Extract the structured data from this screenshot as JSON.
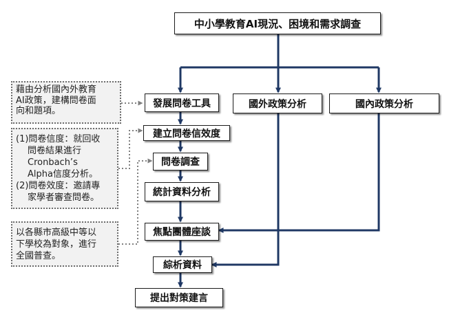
{
  "title": "中小學教育AI現況、困境和需求調查",
  "process_steps": [
    "發展問卷工具",
    "建立問卷信效度",
    "問卷調查",
    "統計資料分析",
    "焦點團體座談",
    "綜析資料",
    "提出對策建言"
  ],
  "policy_analysis": {
    "foreign": "國外政策分析",
    "domestic": "國內政策分析"
  },
  "notes": {
    "tool_development": [
      "藉由分析國內外教育",
      "AI政策，建構問卷面",
      "向和題項。"
    ],
    "reliability_validity": [
      "(1)問卷信度：就回收",
      "問卷結果進行",
      "Cronbach’s",
      "Alpha信度分析。",
      "(2)問卷效度：邀請專",
      "家學者審查問卷。"
    ],
    "survey_scope": [
      "以各縣市高級中等以",
      "下學校為對象，進行",
      "全國普查。"
    ]
  },
  "colors": {
    "arrow": "#1f3864",
    "dotted_connector": "#7f7f7f",
    "box_border": "#1a1a1a",
    "note_fill": "#f2f2f2"
  }
}
